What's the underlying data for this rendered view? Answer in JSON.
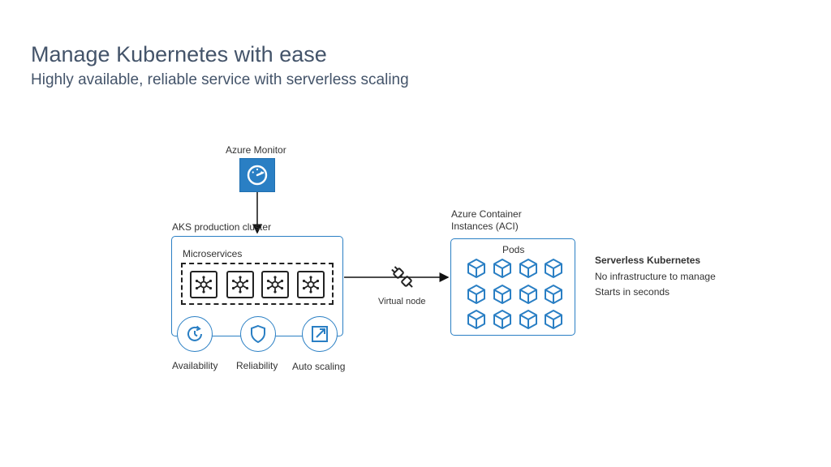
{
  "header": {
    "title": "Manage Kubernetes with ease",
    "subtitle": "Highly available, reliable service with serverless scaling"
  },
  "monitor": {
    "label": "Azure Monitor",
    "icon": "gauge-icon"
  },
  "aks": {
    "label": "AKS production cluster",
    "microservices_label": "Microservices",
    "microservice_icon": "network-node-icon",
    "features": [
      {
        "label": "Availability",
        "icon": "clock-refresh-icon"
      },
      {
        "label": "Reliability",
        "icon": "shield-icon"
      },
      {
        "label": "Auto scaling",
        "icon": "expand-icon"
      }
    ]
  },
  "connector": {
    "label": "Virtual node",
    "icon": "plug-icon"
  },
  "aci": {
    "label_line1": "Azure Container",
    "label_line2": "Instances (ACI)",
    "pods_label": "Pods",
    "pod_icon": "cube-icon"
  },
  "serverless": {
    "heading": "Serverless Kubernetes",
    "line1": "No infrastructure to manage",
    "line2": "Starts in seconds"
  },
  "colors": {
    "accent": "#2a7fc4",
    "title": "#44546a",
    "dark": "#222222"
  }
}
